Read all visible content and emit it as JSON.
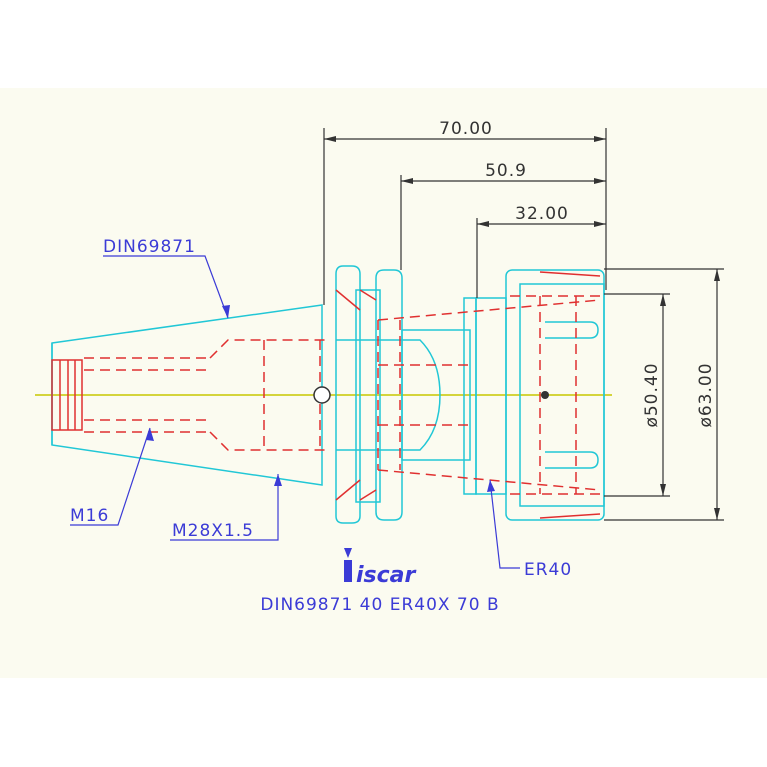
{
  "dimensions": {
    "overall_length": "70.00",
    "collet_nut_length": "50.9",
    "collet_length": "32.00",
    "inner_diameter": "ø50.40",
    "outer_diameter": "ø63.00"
  },
  "labels": {
    "taper_standard": "DIN69871",
    "thread_small": "M16",
    "thread_large": "M28X1.5",
    "collet_type": "ER40",
    "part_designation": "DIN69871 40 ER40X 70 B"
  },
  "logo": {
    "text": "iscar"
  },
  "colors": {
    "background": "#fbfbf0",
    "outline": "#21c7d6",
    "hidden": "#e03030",
    "centerline": "#c8c800",
    "leader": "#3b3bd6",
    "dimension": "#333333"
  }
}
